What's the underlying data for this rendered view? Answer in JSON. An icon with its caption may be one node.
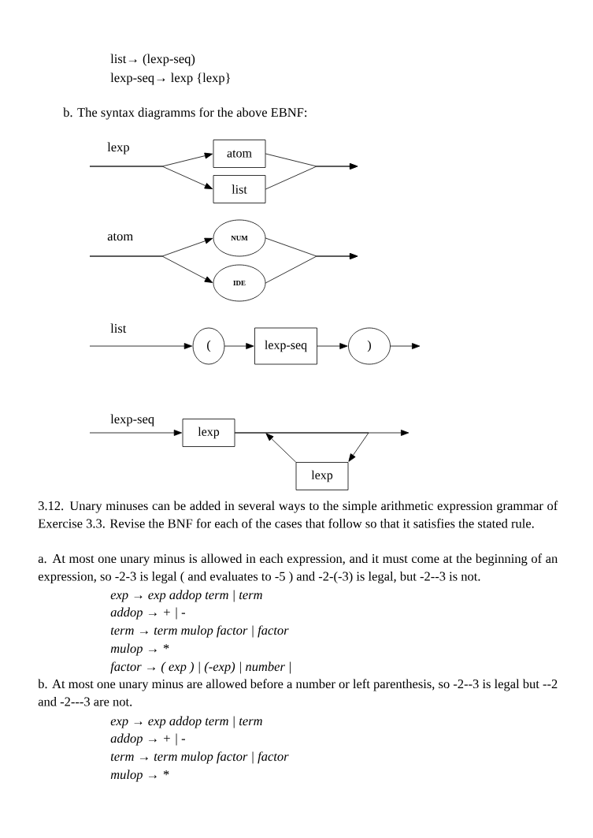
{
  "diagram": {
    "nodes": [
      {
        "text": [
          "atom"
        ]
      },
      {
        "text": [
          "list"
        ]
      },
      {
        "text": [
          "NUM"
        ]
      },
      {
        "text": [
          "IDE"
        ]
      },
      {
        "text": [
          "("
        ]
      },
      {
        "text": [
          "lexp-seq"
        ]
      },
      {
        "text": [
          ")"
        ]
      },
      {
        "text": [
          "lexp"
        ]
      },
      {
        "text": [
          "lexp"
        ]
      }
    ],
    "edges": [
      {
        "from": null,
        "to": 0,
        "arrow": "to"
      },
      {
        "from": null,
        "to": 1,
        "arrow": "to"
      },
      {
        "from": 0,
        "to": null,
        "arrow": "to"
      },
      {
        "from": 1,
        "to": null,
        "arrow": "to"
      },
      {
        "from": null,
        "to": 2,
        "arrow": "to"
      },
      {
        "from": null,
        "to": 3,
        "arrow": "to"
      },
      {
        "from": 2,
        "to": null,
        "arrow": "to"
      },
      {
        "from": 3,
        "to": null,
        "arrow": "to"
      },
      {
        "from": null,
        "to": 4,
        "arrow": "to"
      },
      {
        "from": 4,
        "to": 5,
        "arrow": "to"
      },
      {
        "from": 5,
        "to": 6,
        "arrow": "to"
      },
      {
        "from": 6,
        "to": null,
        "arrow": "to"
      },
      {
        "from": null,
        "to": 7,
        "arrow": "to"
      },
      {
        "from": 7,
        "to": null,
        "arrow": "to"
      },
      {
        "from": 7,
        "to": 8,
        "arrow": "to"
      },
      {
        "from": 8,
        "to": null,
        "arrow": "to"
      }
    ],
    "labels": [
      "list→  (lexp-seq)",
      "lexp-seq→  lexp {lexp}",
      "b. The syntax diagramms for the above EBNF:",
      "lexp",
      "atom",
      "list",
      "lexp-seq",
      "3.12. Unary minuses can be added in several ways to the simple arithmetic expression grammar of Exercise 3.3. Revise the BNF for each of the cases that follow so that it satisfies the stated rule.",
      "a. At most one unary minus is allowed in each expression, and it must come at the beginning of an expression, so -2-3 is legal ( and evaluates to -5 ) and -2-(-3) is legal, but -2--3 is not.",
      "exp  →  exp addop term |  term",
      "addop →  + | -",
      "term → term mulop factor | factor",
      "mulop →  *",
      "factor → ( exp ) | (-exp) | number  |",
      "b. At most one unary minus are allowed before a number or left parenthesis, so -2--3 is legal but --2 and -2---3 are not.",
      "exp  →  exp addop term |  term",
      "addop →  + | -",
      "term → term mulop factor | factor",
      "mulop →  *"
    ]
  }
}
